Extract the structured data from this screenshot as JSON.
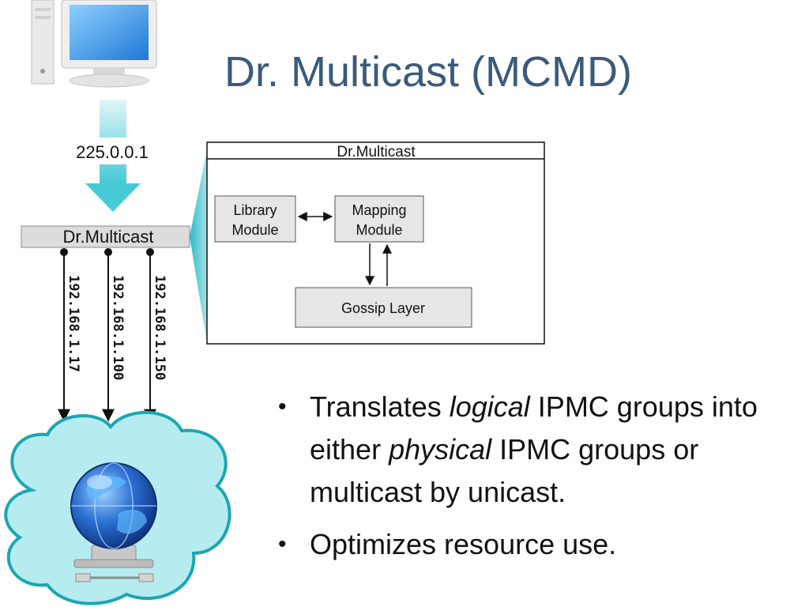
{
  "slide": {
    "title": "Dr. Multicast (MCMD)"
  },
  "diagram": {
    "logical_address": "225.0.0.1",
    "router_label": "Dr.Multicast",
    "physical_addresses": [
      "192.168.1.17",
      "192.168.1.100",
      "192.168.1.150"
    ],
    "detail_box": {
      "title": "Dr.Multicast",
      "library_module": [
        "Library",
        "Module"
      ],
      "mapping_module": [
        "Mapping",
        "Module"
      ],
      "gossip_layer": "Gossip Layer"
    },
    "icons": [
      "desktop-computer-icon",
      "globe-network-icon",
      "cloud-icon"
    ],
    "colors": {
      "title": "#3b5a7c",
      "arrow": "#46cbd6",
      "cloud": "#b6ecef",
      "box_fill": "#e6e6e6"
    }
  },
  "bullets": [
    {
      "parts": [
        "Translates ",
        "logical",
        " IPMC groups into either ",
        "physical",
        " IPMC groups or multicast by unicast."
      ]
    },
    {
      "parts": [
        "Optimizes resource use."
      ]
    }
  ]
}
